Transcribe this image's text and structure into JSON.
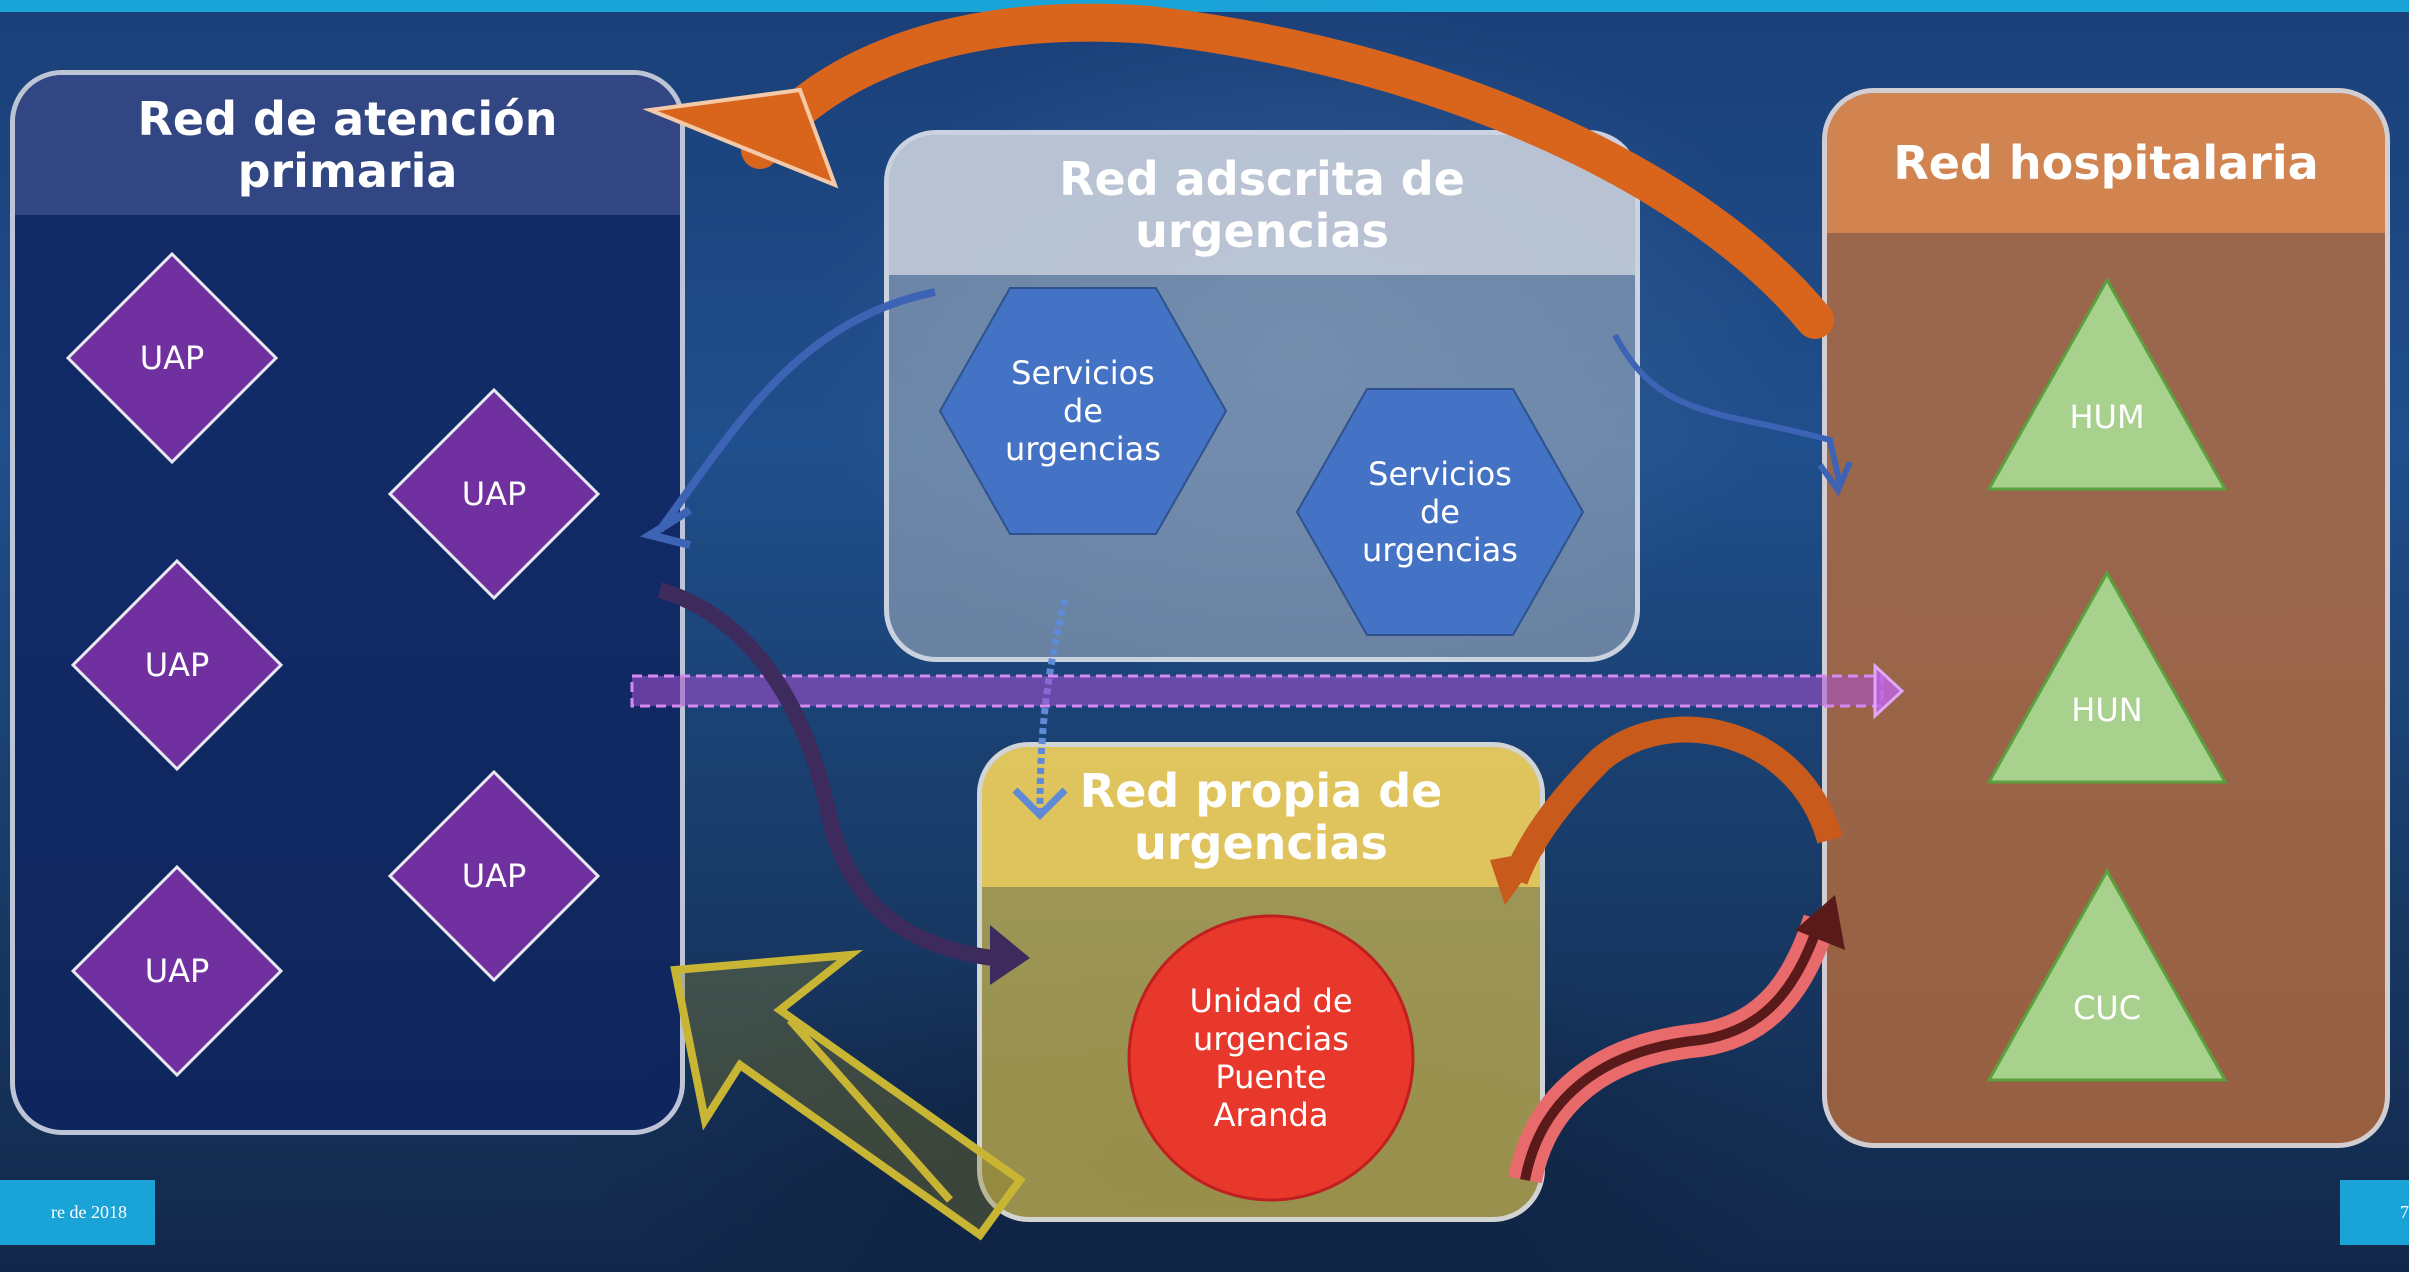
{
  "footer": {
    "date_text": "re de 2018",
    "page_number": "7"
  },
  "panels": {
    "primary": {
      "title": "Red de atención\nprimaria"
    },
    "adscrita": {
      "title": "Red adscrita de\nurgencias"
    },
    "propia": {
      "title": "Red propia de\nurgencias"
    },
    "hospitalaria": {
      "title": "Red hospitalaria"
    }
  },
  "uap_nodes": [
    "UAP",
    "UAP",
    "UAP",
    "UAP",
    "UAP"
  ],
  "urgency_services": [
    "Servicios\nde\nurgencias",
    "Servicios\nde\nurgencias"
  ],
  "own_unit": "Unidad de\nurgencias\nPuente\nAranda",
  "hospitals": [
    "HUM",
    "HUN",
    "CUC"
  ],
  "colors": {
    "uap_fill": "#7030a0",
    "service_fill": "#4472c4",
    "hospital_fill": "#a9d18e",
    "own_unit_fill": "#e8372b",
    "accent": "#1aa3d6"
  }
}
